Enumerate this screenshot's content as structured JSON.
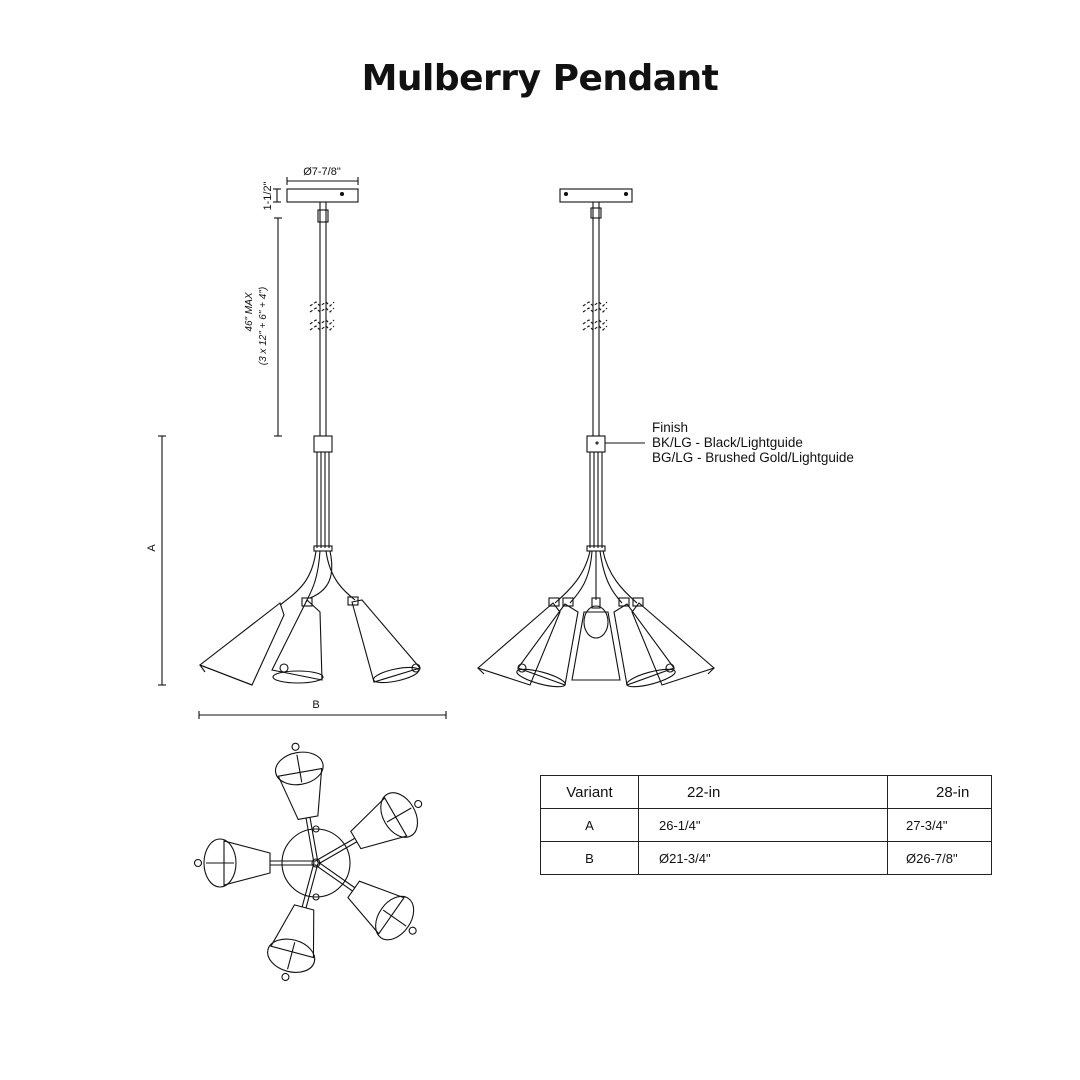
{
  "title": "Mulberry Pendant",
  "dimensions": {
    "canopy_diameter": "Ø7-7/8\"",
    "canopy_height": "1-1/2\"",
    "max_length": "46\" MAX",
    "max_length_detail": "(3 x 12\" + 6\" + 4\")",
    "height_label": "A",
    "width_label": "B"
  },
  "finish": {
    "heading": "Finish",
    "options": [
      "BK/LG - Black/Lightguide",
      "BG/LG - Brushed Gold/Lightguide"
    ]
  },
  "spec_table": {
    "headers": [
      "Variant",
      "22-in",
      "28-in"
    ],
    "rows": [
      [
        "A",
        "26-1/4\"",
        "27-3/4\""
      ],
      [
        "B",
        "Ø21-3/4\"",
        "Ø26-7/8\""
      ]
    ]
  }
}
